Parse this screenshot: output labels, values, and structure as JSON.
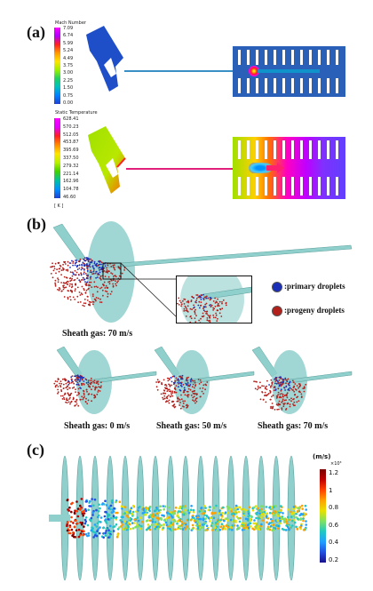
{
  "panels": {
    "a": {
      "label": "(a)"
    },
    "b": {
      "label": "(b)"
    },
    "c": {
      "label": "(c)"
    }
  },
  "a_top_colorbar": {
    "title": "Mach Number",
    "ticks": [
      "7.09",
      "6.74",
      "5.99",
      "5.24",
      "4.49",
      "3.75",
      "3.00",
      "2.25",
      "1.50",
      "0.75",
      "0.00"
    ]
  },
  "a_bottom_colorbar": {
    "title": "Static Temperature",
    "ticks": [
      "628.41",
      "570.23",
      "512.05",
      "453.87",
      "395.69",
      "337.50",
      "279.32",
      "221.14",
      "162.96",
      "104.78",
      "46.60"
    ],
    "unit": "[ K ]"
  },
  "b_legend": {
    "primary": ":primary droplets",
    "progeny": ":progeny droplets",
    "primary_color": "#1a2fb8",
    "progeny_color": "#b3201c"
  },
  "b_captions": {
    "main": "Sheath gas: 70 m/s",
    "s0": "Sheath gas: 0 m/s",
    "s50": "Sheath gas: 50 m/s",
    "s70": "Sheath gas: 70 m/s"
  },
  "c_colorbar": {
    "unit": "(m/s)",
    "multiplier": "×10³",
    "ticks": [
      "1.2",
      "1",
      "0.8",
      "0.6",
      "0.4",
      "0.2"
    ]
  },
  "colors": {
    "nozzle_blue": "#1f4fc8",
    "plate_fill": "#2a60b8",
    "teal_disk": "#8fcfcc",
    "accent_pink": "#e0207a"
  }
}
